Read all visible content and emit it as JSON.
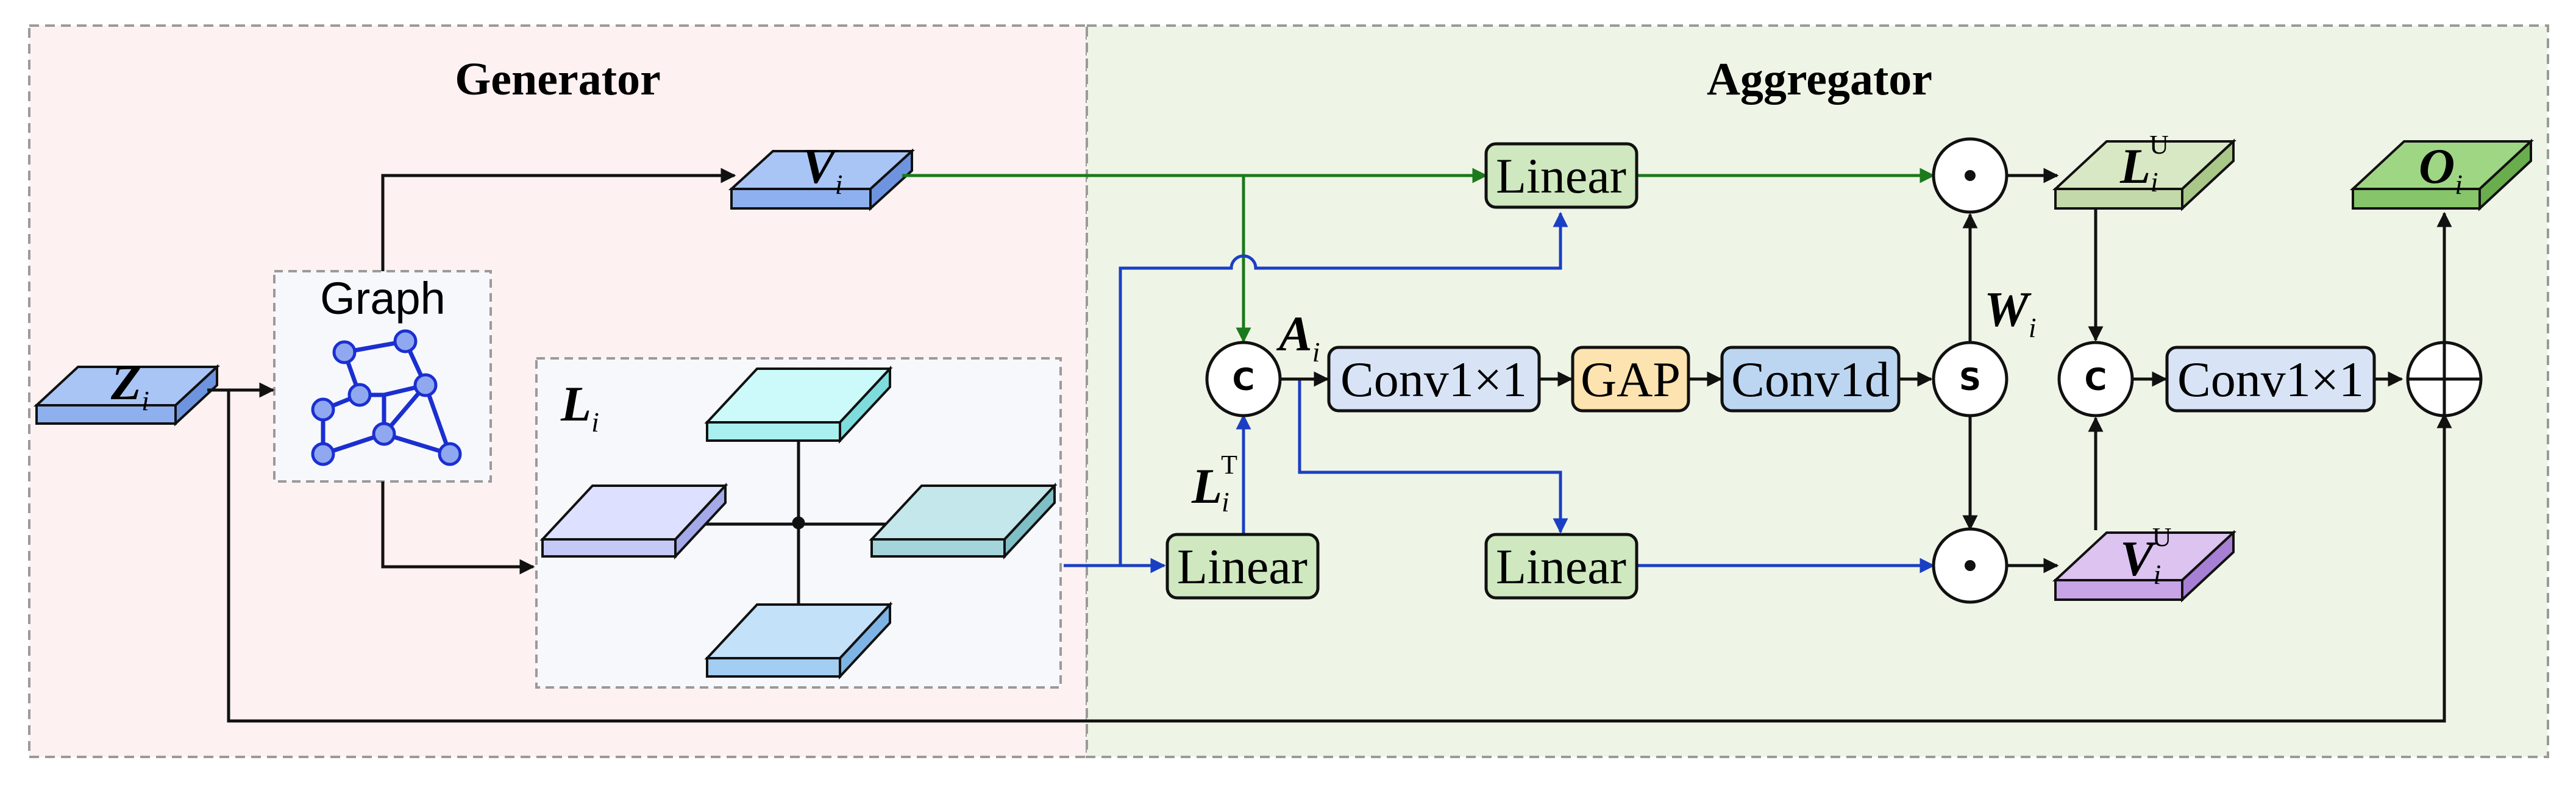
{
  "sections": {
    "generator": "Generator",
    "aggregator": "Aggregator"
  },
  "symbols": {
    "Z": {
      "main": "Z",
      "sub": "i"
    },
    "V": {
      "main": "V",
      "sub": "i"
    },
    "L": {
      "main": "L",
      "sub": "i"
    },
    "A": {
      "main": "A",
      "sub": "i"
    },
    "LT": {
      "main": "L",
      "sub": "i",
      "sup": "T"
    },
    "W": {
      "main": "W",
      "sub": "i"
    },
    "LU": {
      "main": "L",
      "sub": "i",
      "sup": "U"
    },
    "VU": {
      "main": "V",
      "sub": "i",
      "sup": "U"
    },
    "O": {
      "main": "O",
      "sub": "i"
    }
  },
  "graph_label": "Graph",
  "blocks": {
    "linear_top": "Linear",
    "linear_left": "Linear",
    "linear_mid": "Linear",
    "conv1": "Conv1×1",
    "gap": "GAP",
    "conv1d": "Conv1d",
    "conv2": "Conv1×1"
  },
  "operators": {
    "concat_1": "C",
    "softmax": "S",
    "concat_2": "C",
    "mult_top": "⊙",
    "mult_bottom": "⊙",
    "add": "⊕"
  },
  "colors": {
    "generator_bg": "#fdf1f1",
    "aggregator_bg": "#eff5e6",
    "linear_fill": "#cfe8bf",
    "gap_fill": "#fde3b0",
    "conv_fill": "#d8e4f6",
    "conv1d_fill": "#bcd6f2",
    "green_line": "#1c7a1c",
    "blue_line": "#1b3fc4",
    "black_line": "#111111",
    "graph_node": "#8fa8f0",
    "graph_edge": "#1b2fd0"
  }
}
